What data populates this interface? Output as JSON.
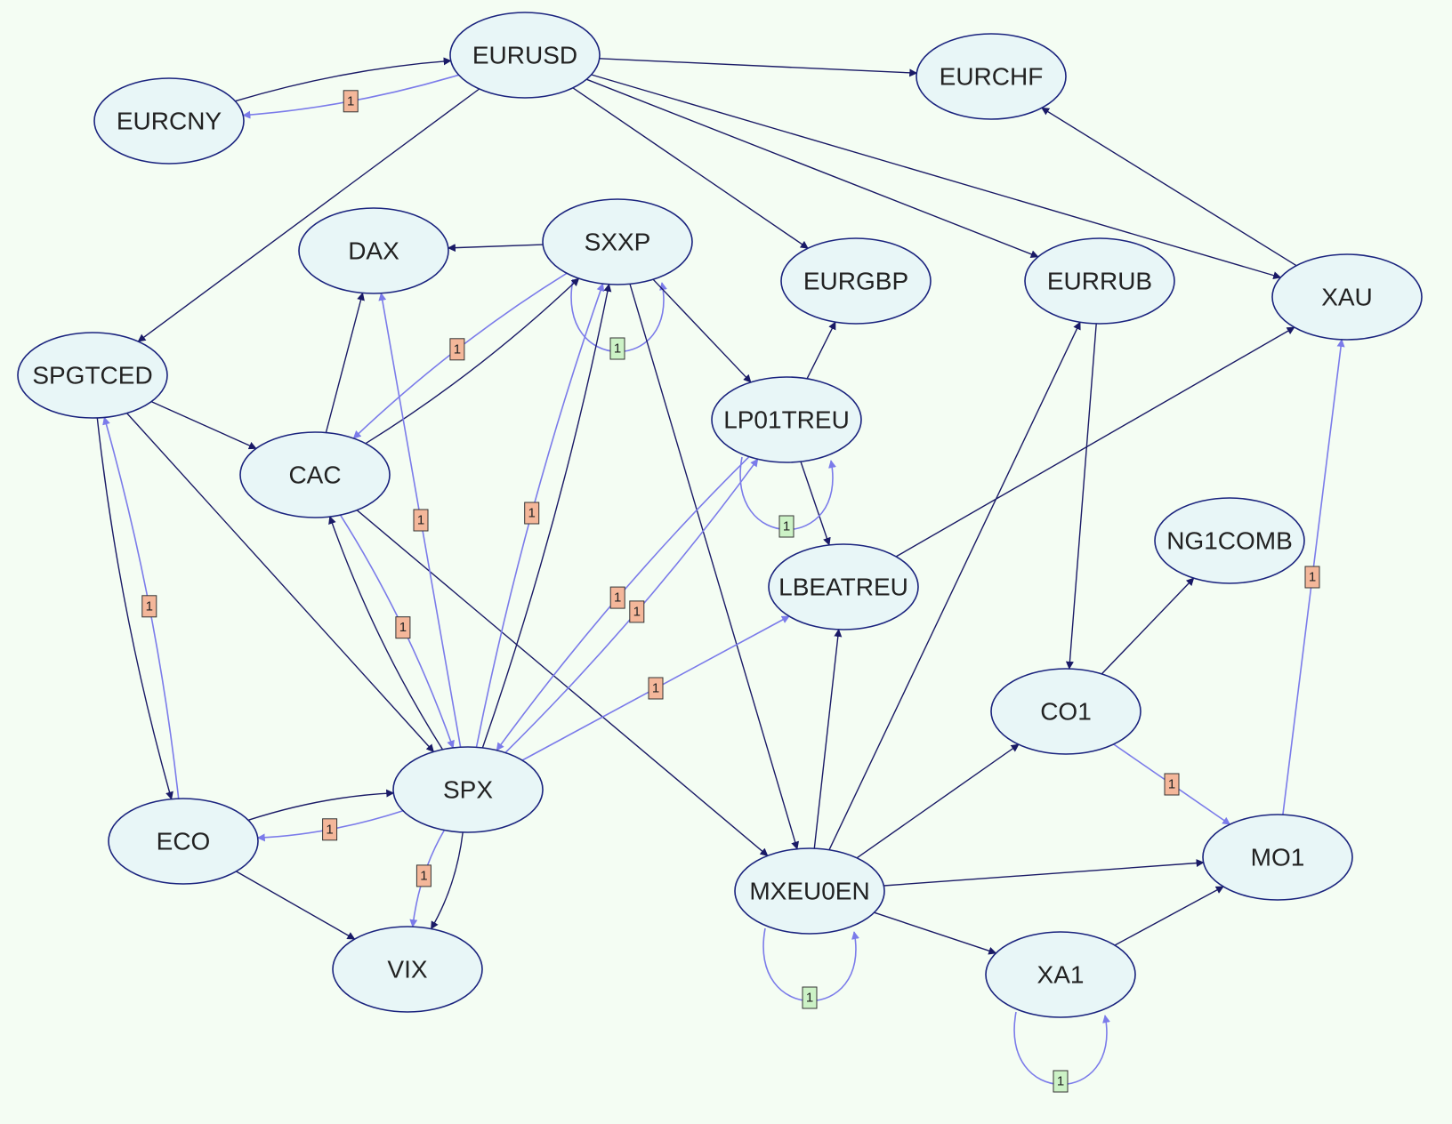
{
  "colors": {
    "background": "#f4fdf3",
    "node_fill": "#e8f6f7",
    "node_stroke": "#1a237e",
    "edge_dark": "#1a1a66",
    "edge_light": "#7b7bea",
    "lag_orange": "#f4b79a",
    "lag_green": "#ccf2c6"
  },
  "nodes": [
    {
      "id": "EURUSD",
      "label": "EURUSD"
    },
    {
      "id": "EURCNY",
      "label": "EURCNY"
    },
    {
      "id": "EURCHF",
      "label": "EURCHF"
    },
    {
      "id": "DAX",
      "label": "DAX"
    },
    {
      "id": "SXXP",
      "label": "SXXP"
    },
    {
      "id": "EURGBP",
      "label": "EURGBP"
    },
    {
      "id": "EURRUB",
      "label": "EURRUB"
    },
    {
      "id": "XAU",
      "label": "XAU"
    },
    {
      "id": "SPGTCED",
      "label": "SPGTCED"
    },
    {
      "id": "LP01TREU",
      "label": "LP01TREU"
    },
    {
      "id": "CAC",
      "label": "CAC"
    },
    {
      "id": "NG1COMB",
      "label": "NG1COMB"
    },
    {
      "id": "LBEATREU",
      "label": "LBEATREU"
    },
    {
      "id": "CO1",
      "label": "CO1"
    },
    {
      "id": "SPX",
      "label": "SPX"
    },
    {
      "id": "ECO",
      "label": "ECO"
    },
    {
      "id": "MXEU0EN",
      "label": "MXEU0EN"
    },
    {
      "id": "MO1",
      "label": "MO1"
    },
    {
      "id": "VIX",
      "label": "VIX"
    },
    {
      "id": "XA1",
      "label": "XA1"
    }
  ],
  "edges": [
    {
      "from": "EURCNY",
      "to": "EURUSD",
      "style": "dark"
    },
    {
      "from": "EURUSD",
      "to": "EURCNY",
      "style": "light",
      "lag": "1",
      "lag_color": "orange"
    },
    {
      "from": "EURUSD",
      "to": "EURCHF",
      "style": "dark"
    },
    {
      "from": "EURUSD",
      "to": "EURGBP",
      "style": "dark"
    },
    {
      "from": "EURUSD",
      "to": "EURRUB",
      "style": "dark"
    },
    {
      "from": "EURUSD",
      "to": "XAU",
      "style": "dark"
    },
    {
      "from": "EURUSD",
      "to": "SPGTCED",
      "style": "dark"
    },
    {
      "from": "XAU",
      "to": "EURCHF",
      "style": "dark"
    },
    {
      "from": "SXXP",
      "to": "DAX",
      "style": "dark"
    },
    {
      "from": "SXXP",
      "to": "CAC",
      "style": "light",
      "lag": "1",
      "lag_color": "orange"
    },
    {
      "from": "SXXP",
      "to": "SXXP",
      "style": "light",
      "lag": "1",
      "lag_color": "green"
    },
    {
      "from": "SXXP",
      "to": "LP01TREU",
      "style": "dark"
    },
    {
      "from": "SXXP",
      "to": "MXEU0EN",
      "style": "dark"
    },
    {
      "from": "CAC",
      "to": "DAX",
      "style": "dark"
    },
    {
      "from": "CAC",
      "to": "SXXP",
      "style": "dark"
    },
    {
      "from": "CAC",
      "to": "MXEU0EN",
      "style": "dark"
    },
    {
      "from": "CAC",
      "to": "SPX",
      "style": "light",
      "lag": "1",
      "lag_color": "orange"
    },
    {
      "from": "SPGTCED",
      "to": "CAC",
      "style": "dark"
    },
    {
      "from": "SPGTCED",
      "to": "ECO",
      "style": "dark"
    },
    {
      "from": "SPGTCED",
      "to": "SPX",
      "style": "dark"
    },
    {
      "from": "ECO",
      "to": "SPGTCED",
      "style": "light",
      "lag": "1",
      "lag_color": "orange"
    },
    {
      "from": "ECO",
      "to": "SPX",
      "style": "dark"
    },
    {
      "from": "ECO",
      "to": "VIX",
      "style": "dark"
    },
    {
      "from": "SPX",
      "to": "ECO",
      "style": "light",
      "lag": "1",
      "lag_color": "orange"
    },
    {
      "from": "SPX",
      "to": "DAX",
      "style": "light",
      "lag": "1",
      "lag_color": "orange"
    },
    {
      "from": "SPX",
      "to": "SXXP",
      "style": "light",
      "lag": "1",
      "lag_color": "orange"
    },
    {
      "from": "SPX",
      "to": "SXXP",
      "style": "dark"
    },
    {
      "from": "SPX",
      "to": "CAC",
      "style": "dark"
    },
    {
      "from": "SPX",
      "to": "LP01TREU",
      "style": "light",
      "lag": "1",
      "lag_color": "orange"
    },
    {
      "from": "SPX",
      "to": "LBEATREU",
      "style": "light",
      "lag": "1",
      "lag_color": "orange"
    },
    {
      "from": "SPX",
      "to": "VIX",
      "style": "dark"
    },
    {
      "from": "SPX",
      "to": "VIX",
      "style": "light",
      "lag": "1",
      "lag_color": "orange"
    },
    {
      "from": "LP01TREU",
      "to": "SPX",
      "style": "light",
      "lag": "1",
      "lag_color": "orange"
    },
    {
      "from": "LP01TREU",
      "to": "EURGBP",
      "style": "dark"
    },
    {
      "from": "LP01TREU",
      "to": "LBEATREU",
      "style": "dark"
    },
    {
      "from": "LP01TREU",
      "to": "LP01TREU",
      "style": "light",
      "lag": "1",
      "lag_color": "green"
    },
    {
      "from": "LBEATREU",
      "to": "XAU",
      "style": "dark"
    },
    {
      "from": "MXEU0EN",
      "to": "LBEATREU",
      "style": "dark"
    },
    {
      "from": "MXEU0EN",
      "to": "EURRUB",
      "style": "dark"
    },
    {
      "from": "MXEU0EN",
      "to": "CO1",
      "style": "dark"
    },
    {
      "from": "MXEU0EN",
      "to": "MO1",
      "style": "dark"
    },
    {
      "from": "MXEU0EN",
      "to": "XA1",
      "style": "dark"
    },
    {
      "from": "MXEU0EN",
      "to": "MXEU0EN",
      "style": "light",
      "lag": "1",
      "lag_color": "green"
    },
    {
      "from": "EURRUB",
      "to": "CO1",
      "style": "dark"
    },
    {
      "from": "CO1",
      "to": "NG1COMB",
      "style": "dark"
    },
    {
      "from": "CO1",
      "to": "MO1",
      "style": "light",
      "lag": "1",
      "lag_color": "orange"
    },
    {
      "from": "MO1",
      "to": "XAU",
      "style": "light",
      "lag": "1",
      "lag_color": "orange"
    },
    {
      "from": "XA1",
      "to": "MO1",
      "style": "dark"
    },
    {
      "from": "XA1",
      "to": "XA1",
      "style": "light",
      "lag": "1",
      "lag_color": "green"
    }
  ]
}
